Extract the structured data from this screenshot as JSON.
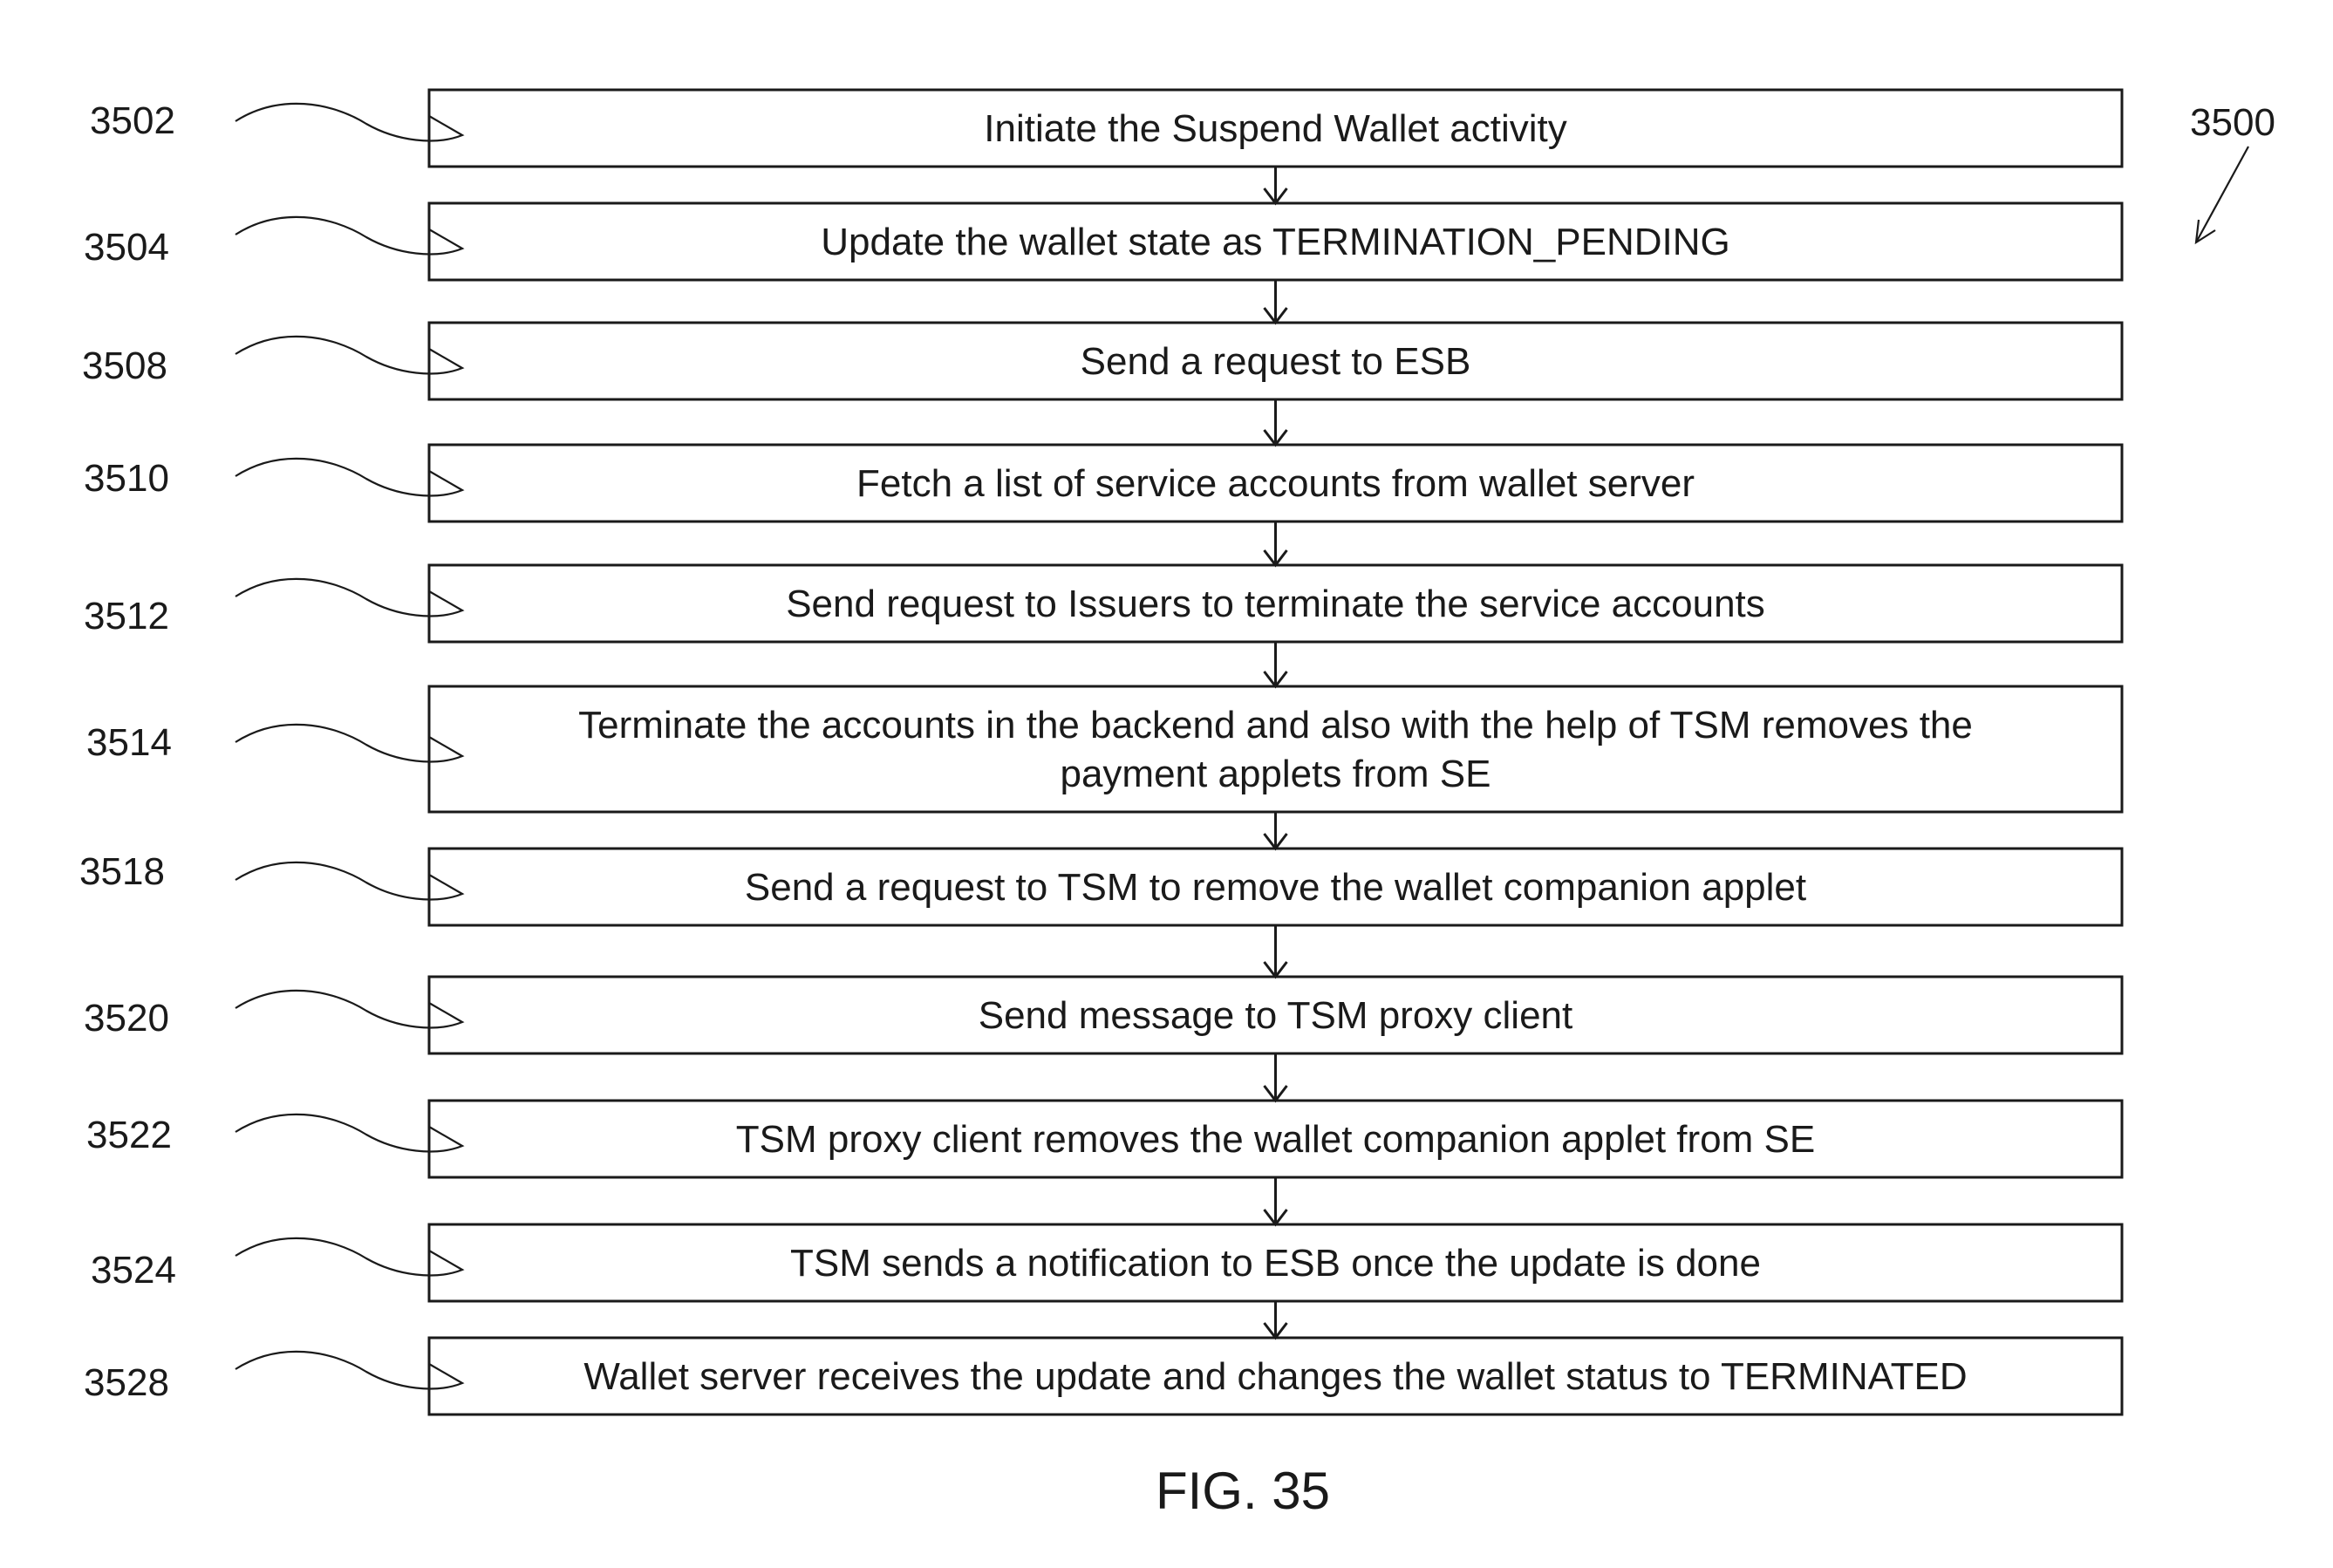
{
  "figure": {
    "ref_number": "3500",
    "caption": "FIG. 35"
  },
  "steps": [
    {
      "ref": "3502",
      "lines": [
        "Initiate the Suspend Wallet activity"
      ]
    },
    {
      "ref": "3504",
      "lines": [
        "Update the wallet state as TERMINATION_PENDING"
      ]
    },
    {
      "ref": "3508",
      "lines": [
        "Send a request to ESB"
      ]
    },
    {
      "ref": "3510",
      "lines": [
        "Fetch a list of service accounts from wallet server"
      ]
    },
    {
      "ref": "3512",
      "lines": [
        "Send request to Issuers to terminate the service accounts"
      ]
    },
    {
      "ref": "3514",
      "lines": [
        "Terminate the accounts in the backend and also with the help of TSM removes the",
        "payment applets from SE"
      ]
    },
    {
      "ref": "3518",
      "lines": [
        "Send a request to TSM to remove the wallet companion applet"
      ]
    },
    {
      "ref": "3520",
      "lines": [
        "Send message to TSM proxy client"
      ]
    },
    {
      "ref": "3522",
      "lines": [
        "TSM proxy client removes the wallet companion applet from SE"
      ]
    },
    {
      "ref": "3524",
      "lines": [
        "TSM sends a notification to ESB once the update is done"
      ]
    },
    {
      "ref": "3528",
      "lines": [
        "Wallet server receives the update and changes the wallet status to TERMINATED"
      ]
    }
  ]
}
